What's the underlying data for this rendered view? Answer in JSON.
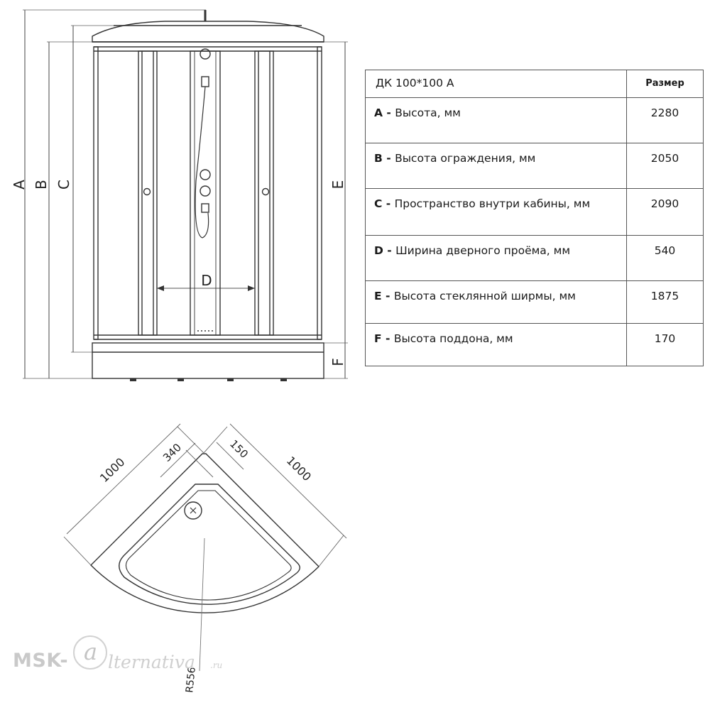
{
  "front_view": {
    "dims": {
      "a": "A",
      "b": "B",
      "c": "C",
      "d": "D",
      "e": "E",
      "f": "F"
    }
  },
  "table": {
    "header_model": "ДК 100*100 А",
    "header_size": "Размер",
    "rows": [
      {
        "letter": "A",
        "sep": " - ",
        "name": "Высота, мм",
        "value": "2280"
      },
      {
        "letter": "B",
        "sep": " - ",
        "name": "Высота ограждения, мм",
        "value": "2050"
      },
      {
        "letter": "C",
        "sep": " - ",
        "name": "Пространство внутри кабины, мм",
        "value": "2090"
      },
      {
        "letter": "D",
        "sep": " - ",
        "name": "Ширина дверного проёма, мм",
        "value": "540"
      },
      {
        "letter": "E",
        "sep": " - ",
        "name": "Высота стеклянной ширмы, мм",
        "value": "1875"
      },
      {
        "letter": "F",
        "sep": " - ",
        "name": "Высота поддона, мм",
        "value": "170"
      }
    ]
  },
  "plan_view": {
    "dim_left": "1000",
    "dim_right": "1000",
    "dim_drain": "340",
    "dim_flat": "150",
    "dim_radius": "R556"
  },
  "watermark": {
    "brand": "MSK-",
    "a_glyph": "a",
    "rest": "lternativa",
    "tld": ".ru"
  }
}
